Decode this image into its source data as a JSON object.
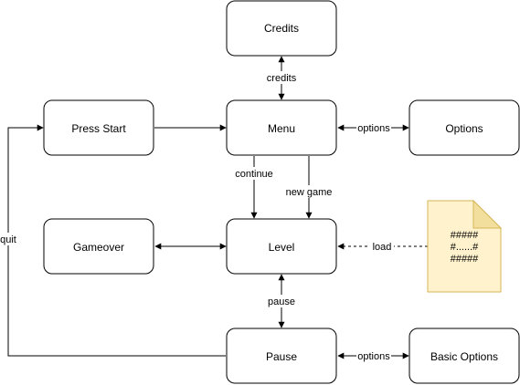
{
  "nodes": {
    "credits": "Credits",
    "press_start": "Press Start",
    "menu": "Menu",
    "options": "Options",
    "gameover": "Gameover",
    "level": "Level",
    "pause": "Pause",
    "basic_options": "Basic Options"
  },
  "edges": {
    "credits": "credits",
    "menu_options": "options",
    "continue": "continue",
    "new_game": "new game",
    "quit": "quit",
    "load": "load",
    "pause": "pause",
    "pause_options": "options"
  },
  "level_file": {
    "line1": "#####",
    "line2": "#......#",
    "line3": "#####"
  },
  "colors": {
    "file_fill": "#fff2cc",
    "file_stroke": "#d6b656",
    "line": "#000000"
  }
}
